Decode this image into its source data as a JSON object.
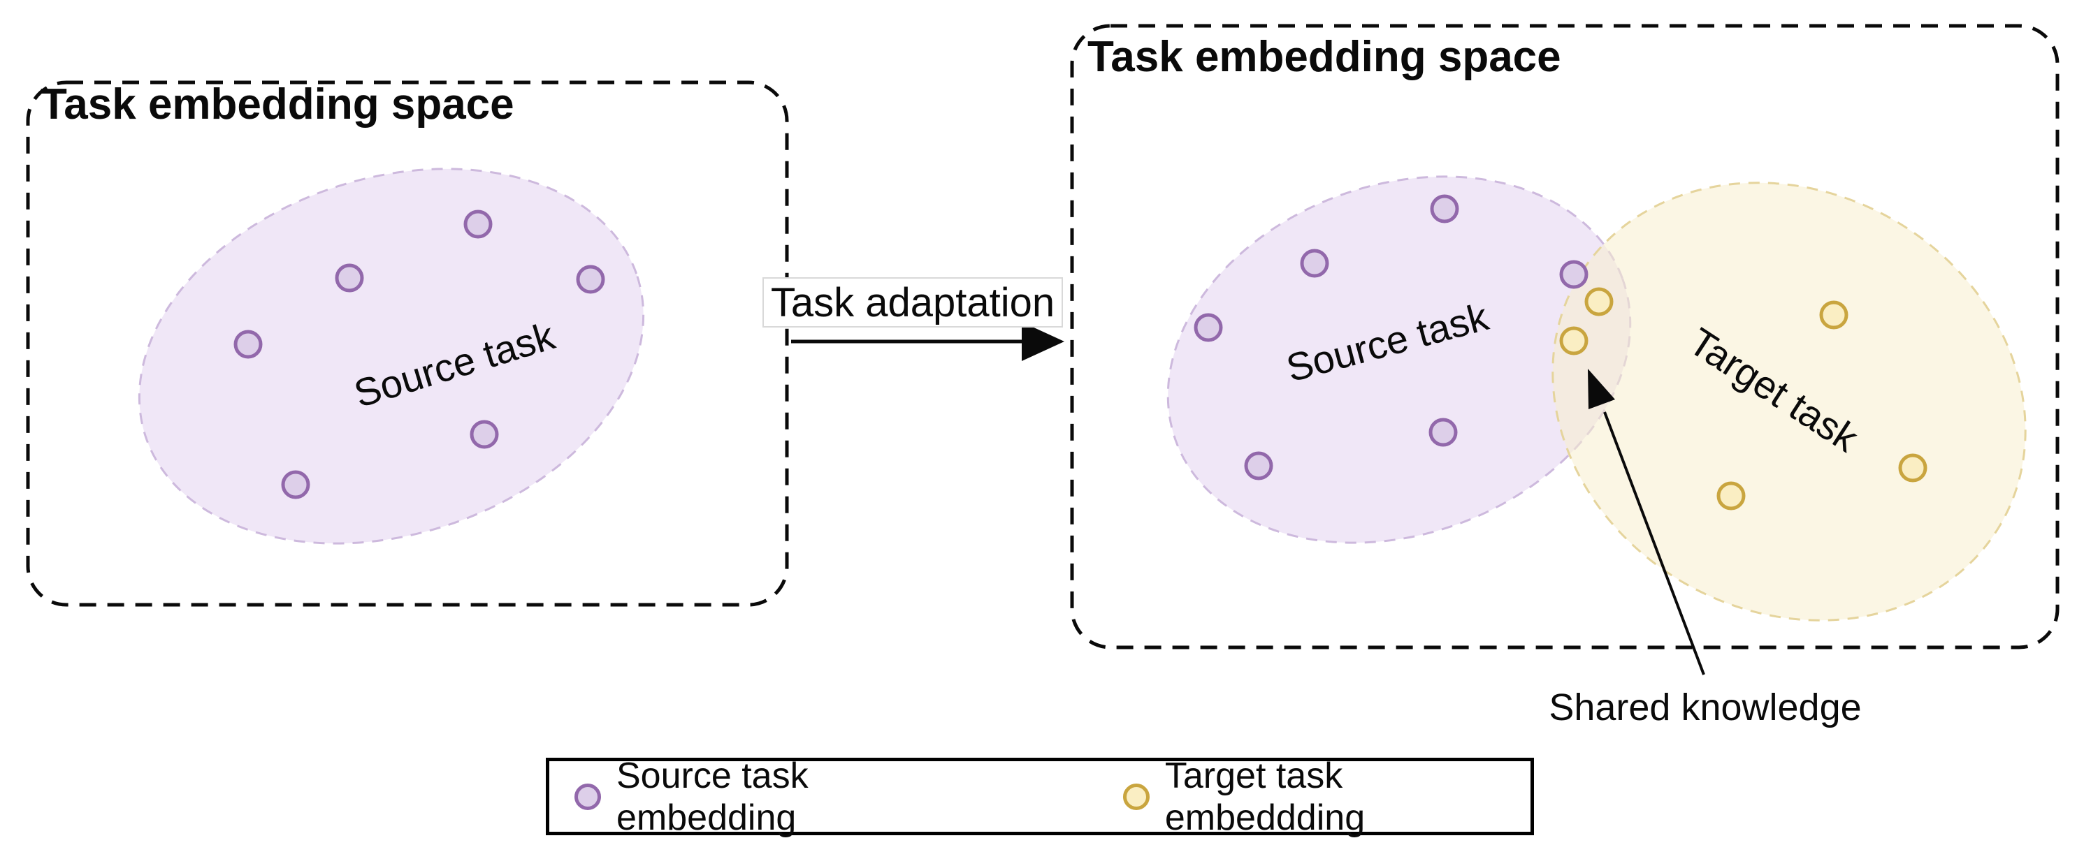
{
  "left_panel": {
    "title": "Task embedding space",
    "source_cluster_label": "Source task"
  },
  "adaptation": {
    "label": "Task adaptation"
  },
  "right_panel": {
    "title": "Task embedding space",
    "source_cluster_label": "Source task",
    "target_cluster_label": "Target task",
    "annotation": "Shared knowledge"
  },
  "legend": {
    "source_label": "Source task embedding",
    "target_label": "Target task embeddding"
  },
  "embeddings": {
    "left_source": [
      [
        684,
        321
      ],
      [
        500,
        398
      ],
      [
        355,
        493
      ],
      [
        845,
        400
      ],
      [
        693,
        622
      ],
      [
        423,
        694
      ]
    ],
    "right_source": [
      [
        2067,
        299
      ],
      [
        1881,
        377
      ],
      [
        1729,
        469
      ],
      [
        2065,
        619
      ],
      [
        1801,
        667
      ],
      [
        2252,
        393
      ]
    ],
    "right_target": [
      [
        2288,
        432
      ],
      [
        2252,
        488
      ],
      [
        2624,
        451
      ],
      [
        2737,
        670
      ],
      [
        2477,
        710
      ]
    ]
  },
  "colors": {
    "source_dot_fill": "#ddcfe9",
    "source_dot_stroke": "#9268ab",
    "target_dot_fill": "#faeec3",
    "target_dot_stroke": "#c9a53f",
    "source_area_fill": "#e9ddf3",
    "source_area_stroke": "#cdb9dd",
    "target_area_fill": "#f8efcd",
    "target_area_stroke": "#e5d49c",
    "outline": "#0a0a0a",
    "adaptation_label_border": "#d9d9d9"
  }
}
